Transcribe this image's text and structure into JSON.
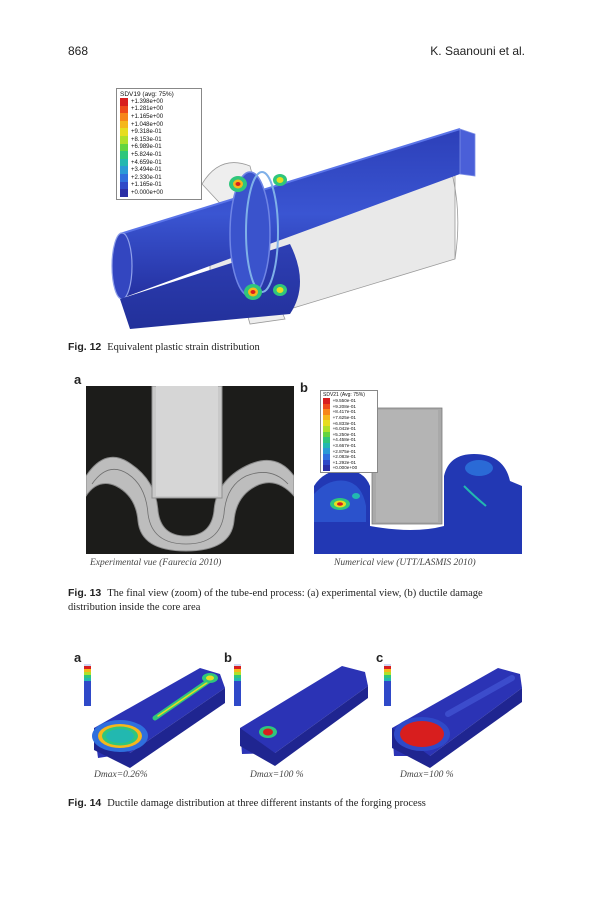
{
  "header": {
    "page_number": "868",
    "authors": "K. Saanouni et al."
  },
  "fig12": {
    "label": "Fig. 12",
    "caption": "Equivalent plastic strain distribution",
    "legend_title": "SDV19 (avg: 75%)",
    "legend_values": [
      "+1.398e+00",
      "+1.281e+00",
      "+1.165e+00",
      "+1.048e+00",
      "+9.318e-01",
      "+8.153e-01",
      "+6.989e-01",
      "+5.824e-01",
      "+4.659e-01",
      "+3.494e-01",
      "+2.330e-01",
      "+1.165e-01",
      "+0.000e+00"
    ],
    "legend_colors": [
      "#d81e1e",
      "#ee4a1a",
      "#f7861a",
      "#f5b71c",
      "#e6dd20",
      "#aee02a",
      "#62d440",
      "#2fc67c",
      "#22b8b0",
      "#2a9ad6",
      "#2f6fdd",
      "#2f49c8",
      "#2b2fa6"
    ]
  },
  "fig13": {
    "label": "Fig. 13",
    "caption": "The final view (zoom) of the tube-end process: (a) experimental view, (b) ductile damage distribution inside the core area",
    "panel_a": "a",
    "panel_b": "b",
    "caption_a": "Experimental vue (Faurecia 2010)",
    "caption_b": "Numerical view (UTT/LASMIS 2010)",
    "legend_title": "SDV21 (Avg: 75%)",
    "legend_values": [
      "+9.550e-01",
      "+9.208e-01",
      "+8.417e-01",
      "+7.625e-01",
      "+6.833e-01",
      "+6.042e-01",
      "+5.250e-01",
      "+4.458e-01",
      "+3.667e-01",
      "+2.875e-01",
      "+2.083e-01",
      "+1.292e-01",
      "+0.000e+00"
    ]
  },
  "fig14": {
    "label": "Fig. 14",
    "caption": "Ductile damage distribution at three different instants of the forging process",
    "panels": [
      {
        "letter": "a",
        "dmax": "Dmax=0.26%"
      },
      {
        "letter": "b",
        "dmax": "Dmax=100 %"
      },
      {
        "letter": "c",
        "dmax": "Dmax=100 %"
      }
    ]
  }
}
